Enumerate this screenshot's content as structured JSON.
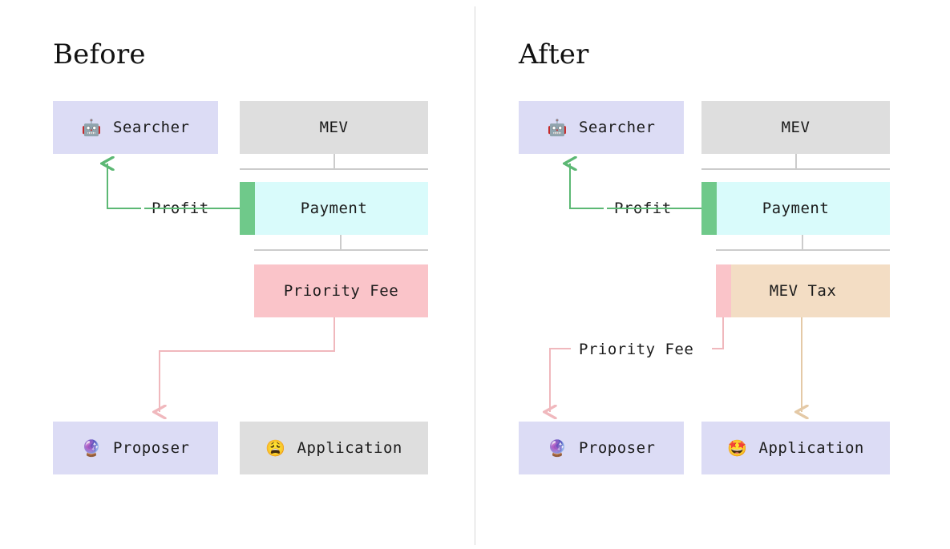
{
  "panels": {
    "before": {
      "title": "Before",
      "nodes": {
        "searcher": {
          "label": "Searcher",
          "emoji": "🤖",
          "emoji_name": "robot-face"
        },
        "mev": {
          "label": "MEV"
        },
        "payment": {
          "label": "Payment"
        },
        "priority_fee": {
          "label": "Priority Fee"
        },
        "proposer": {
          "label": "Proposer",
          "emoji": "🔮",
          "emoji_name": "crystal-ball"
        },
        "application": {
          "label": "Application",
          "emoji": "😩",
          "emoji_name": "weary-face"
        }
      },
      "connectors": {
        "profit": {
          "label": "Profit"
        }
      }
    },
    "after": {
      "title": "After",
      "nodes": {
        "searcher": {
          "label": "Searcher",
          "emoji": "🤖",
          "emoji_name": "robot-face"
        },
        "mev": {
          "label": "MEV"
        },
        "payment": {
          "label": "Payment"
        },
        "mev_tax": {
          "label": "MEV Tax"
        },
        "proposer": {
          "label": "Proposer",
          "emoji": "🔮",
          "emoji_name": "crystal-ball"
        },
        "application": {
          "label": "Application",
          "emoji": "🤩",
          "emoji_name": "star-struck-face"
        }
      },
      "connectors": {
        "profit": {
          "label": "Profit"
        },
        "priority_fee": {
          "label": "Priority Fee"
        }
      }
    }
  },
  "colors": {
    "purple": "#dcdcf5",
    "gray": "#dedede",
    "cyan": "#d9fbfb",
    "pink": "#fac4c9",
    "tan": "#f3ddc4",
    "green": "#6fc98a",
    "green_line": "#5cb874",
    "pink_line": "#f0b8bd",
    "tan_line": "#e4c9a6",
    "bracket": "#cccccc",
    "divider": "#d8d8d8",
    "text": "#1b1b1b"
  }
}
